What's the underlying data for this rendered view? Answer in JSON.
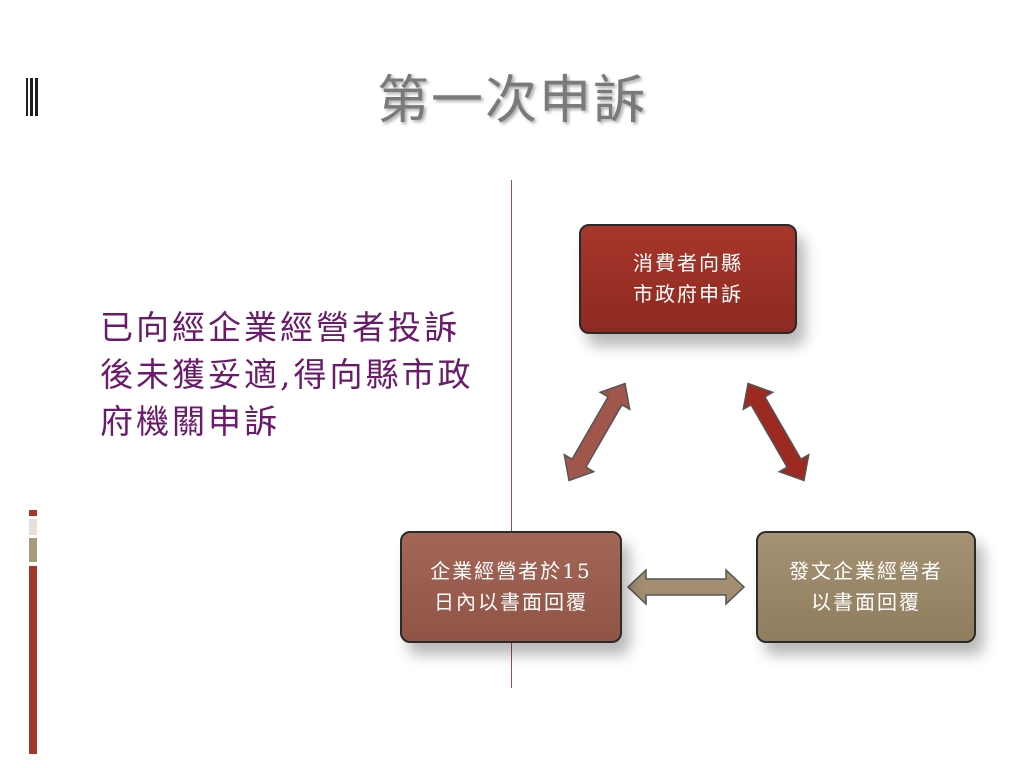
{
  "slide": {
    "title": "第一次申訴",
    "body_text": "已向經企業經營者投訴後未獲妥適,得向縣市政府機關申訴"
  },
  "diagram": {
    "nodes": [
      {
        "id": "top",
        "text": "消費者向縣\n市政府申訴",
        "color": "#9c3027"
      },
      {
        "id": "left",
        "text": "企業經營者於15\n日內以書面回覆",
        "color": "#9a5e50"
      },
      {
        "id": "right",
        "text": "發文企業經營者\n以書面回覆",
        "color": "#9a8868"
      }
    ],
    "edges": [
      {
        "from": "left",
        "to": "top",
        "style": "double-arrow",
        "color": "#a0564a"
      },
      {
        "from": "top",
        "to": "right",
        "style": "double-arrow",
        "color": "#9c2a20"
      },
      {
        "from": "left",
        "to": "right",
        "style": "double-arrow",
        "color": "#a38f6f"
      }
    ]
  },
  "colors": {
    "title": "#7a7a7a",
    "body_text": "#6a1a6a",
    "divider": "#a0524a",
    "accent_red": "#a4362a",
    "accent_tan": "#a89a7c",
    "accent_light": "#e8e0d8"
  },
  "icons": [
    "stacked-bars-logo-icon"
  ]
}
